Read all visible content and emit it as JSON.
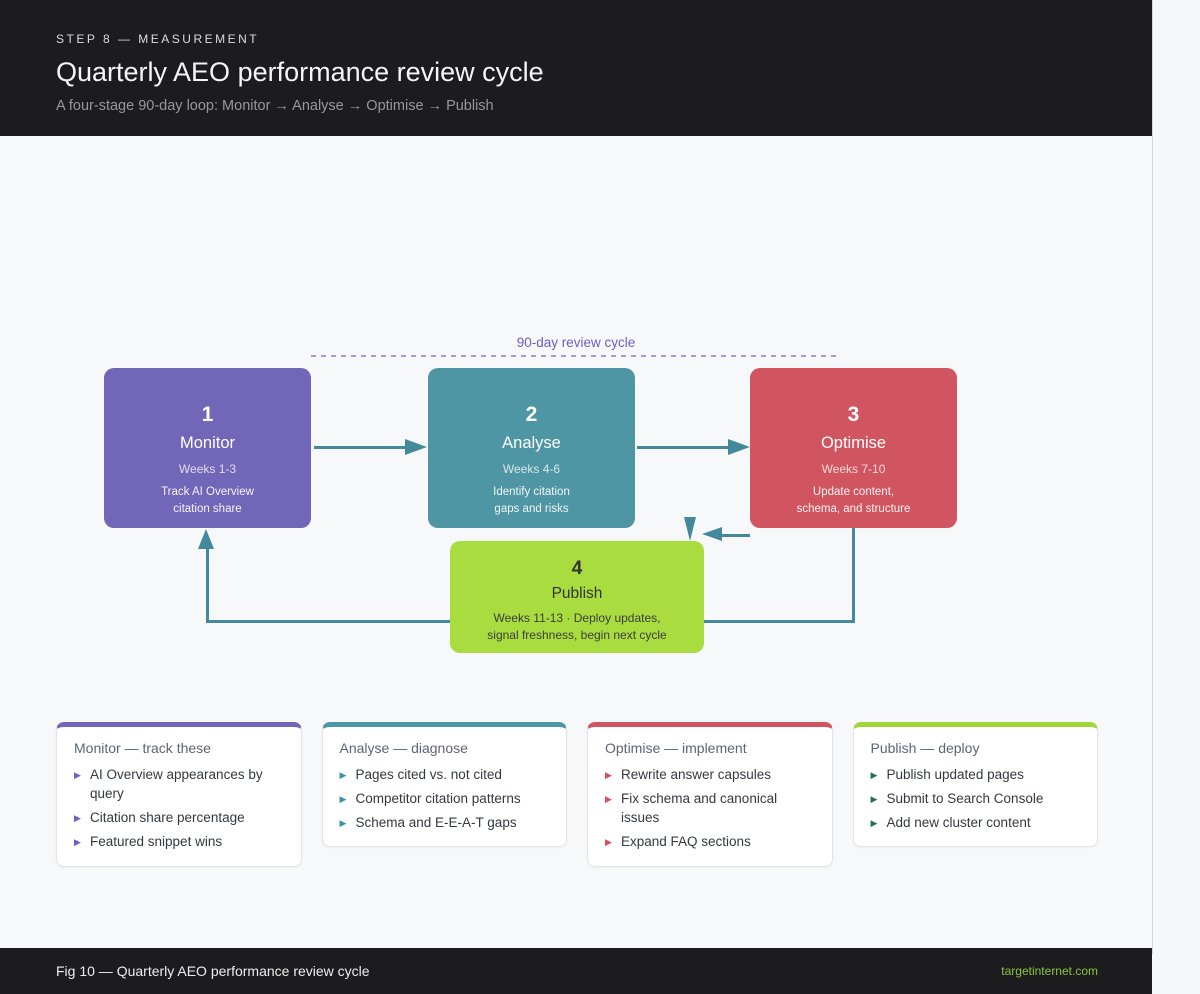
{
  "header": {
    "eyebrow": "STEP 8 — MEASUREMENT",
    "title": "Quarterly AEO performance review cycle",
    "subtitle": "A four-stage 90-day loop: Monitor → Analyse → Optimise → Publish"
  },
  "diagram": {
    "cycle_label": "90-day review cycle",
    "stages": [
      {
        "number": "1",
        "name": "Monitor",
        "weeks": "Weeks 1-3",
        "description": "Track AI Overview\ncitation share"
      },
      {
        "number": "2",
        "name": "Analyse",
        "weeks": "Weeks 4-6",
        "description": "Identify citation\ngaps and risks"
      },
      {
        "number": "3",
        "name": "Optimise",
        "weeks": "Weeks 7-10",
        "description": "Update content,\nschema, and structure"
      },
      {
        "number": "4",
        "name": "Publish",
        "description": "Weeks 11-13 · Deploy updates,\nsignal freshness, begin next cycle"
      }
    ],
    "flow": [
      "Monitor → Analyse",
      "Analyse → Optimise",
      "Optimise → Publish",
      "Publish → Monitor (begin next cycle)"
    ],
    "colors": {
      "monitor": "#7166b8",
      "analyse": "#4e96a3",
      "optimise": "#d05560",
      "publish": "#a9dc3e",
      "connector": "#44889c",
      "cycle_label": "#6a5fc2"
    }
  },
  "cards": [
    {
      "title": "Monitor — track these",
      "items": [
        "AI Overview appearances by query",
        "Citation share percentage",
        "Featured snippet wins"
      ]
    },
    {
      "title": "Analyse — diagnose",
      "items": [
        "Pages cited vs. not cited",
        "Competitor citation patterns",
        "Schema and E-E-A-T gaps"
      ]
    },
    {
      "title": "Optimise — implement",
      "items": [
        "Rewrite answer capsules",
        "Fix schema and canonical issues",
        "Expand FAQ sections"
      ]
    },
    {
      "title": "Publish — deploy",
      "items": [
        "Publish updated pages",
        "Submit to Search Console",
        "Add new cluster content"
      ]
    }
  ],
  "footer": {
    "caption": "Fig 10 — Quarterly AEO performance review cycle",
    "link": "targetinternet.com"
  }
}
